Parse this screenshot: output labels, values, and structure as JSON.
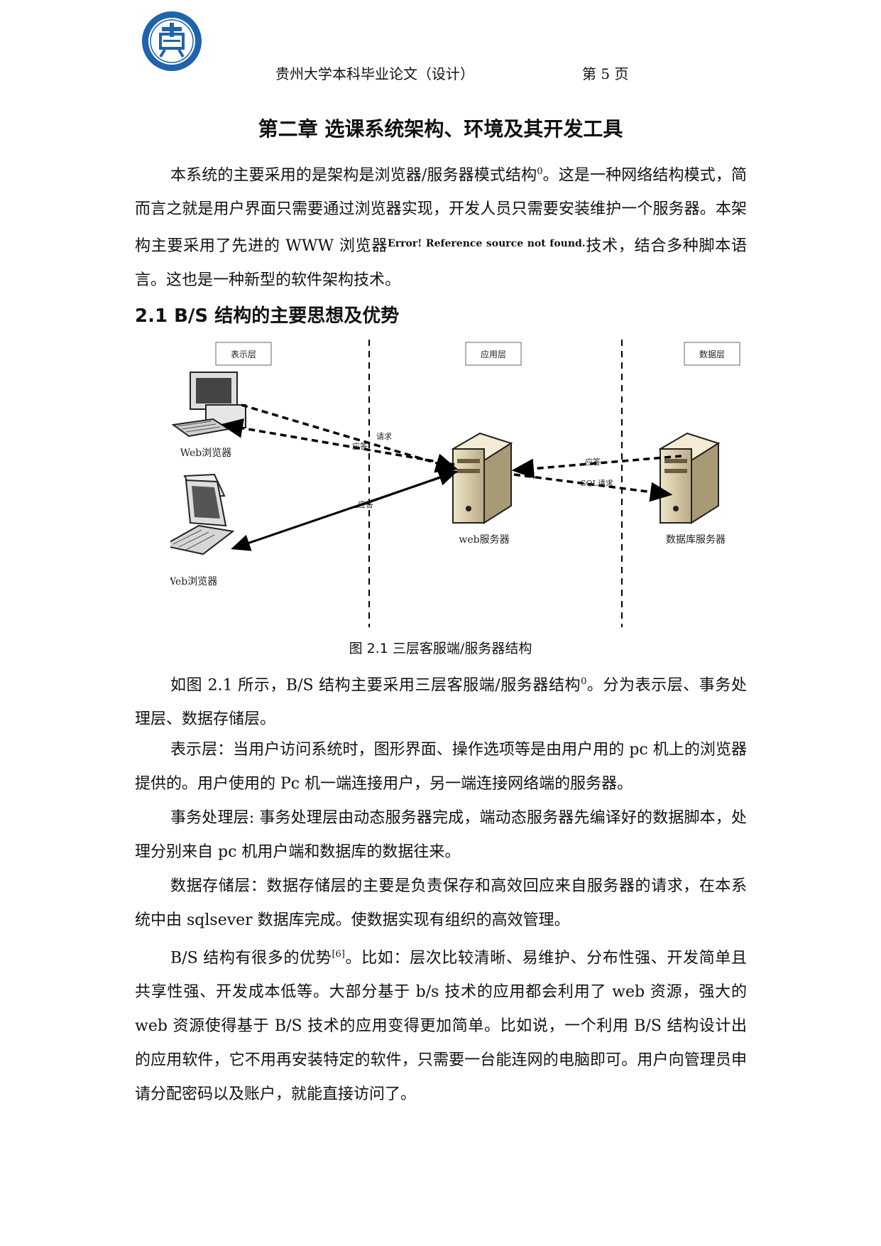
{
  "header": {
    "title": "贵州大学本科毕业论文（设计）",
    "page": "第 5 页"
  },
  "logo": {
    "icon": "university-seal-icon",
    "color": "#1f63ad"
  },
  "chapter_title": "第二章  选课系统架构、环境及其开发工具",
  "intro": {
    "text_a": "本系统的主要采用的是架构是浏览器/服务器模式结构",
    "ref_a": "0",
    "text_b": "。这是一种网络结构模式，简而言之就是用户界面只需要通过浏览器实现，开发人员只需要安装维护一个服务器。本架构主要采用了先进的 WWW 浏览器",
    "error": "Error! Reference source not found.",
    "text_c": "技术，结合多种脚本语言。这也是一种新型的软件架构技术。"
  },
  "section_title": "2.1 B/S 结构的主要思想及优势",
  "figure": {
    "layer_present": "表示层",
    "layer_app": "应用层",
    "layer_data": "数据层",
    "browser1": "Web浏览器",
    "browser2": "Web浏览器",
    "web_server": "web服务器",
    "db_server": "数据库服务器",
    "lbl_request": "请求",
    "lbl_response1": "应答",
    "lbl_response2": "应答",
    "lbl_response3": "应答",
    "lbl_sql": "SQL请求"
  },
  "caption": "图 2.1  三层客服端/服务器结构",
  "p2": {
    "text_a": "如图 2.1 所示，B/S 结构主要采用三层客服端/服务器结构",
    "ref": "0",
    "text_b": "。分为表示层、事务处理层、数据存储层。"
  },
  "p3": "表示层：当用户访问系统时，图形界面、操作选项等是由用户用的 pc 机上的浏览器提供的。用户使用的 Pc 机一端连接用户，另一端连接网络端的服务器。",
  "p4": "事务处理层: 事务处理层由动态服务器完成，端动态服务器先编译好的数据脚本，处理分别来自 pc 机用户端和数据库的数据往来。",
  "p5": "数据存储层：数据存储层的主要是负责保存和高效回应来自服务器的请求，在本系统中由 sqlsever 数据库完成。使数据实现有组织的高效管理。",
  "p6": {
    "text_a": "B/S 结构有很多的优势",
    "ref": "[6]",
    "text_b": "。比如：层次比较清晰、易维护、分布性强、开发简单且共享性强、开发成本低等。大部分基于 b/s 技术的应用都会利用了 web 资源，强大的 web 资源使得基于 B/S 技术的应用变得更加简单。比如说，一个利用 B/S 结构设计出的应用软件，它不用再安装特定的软件，只需要一台能连网的电脑即可。用户向管理员申请分配密码以及账户，就能直接访问了。"
  }
}
